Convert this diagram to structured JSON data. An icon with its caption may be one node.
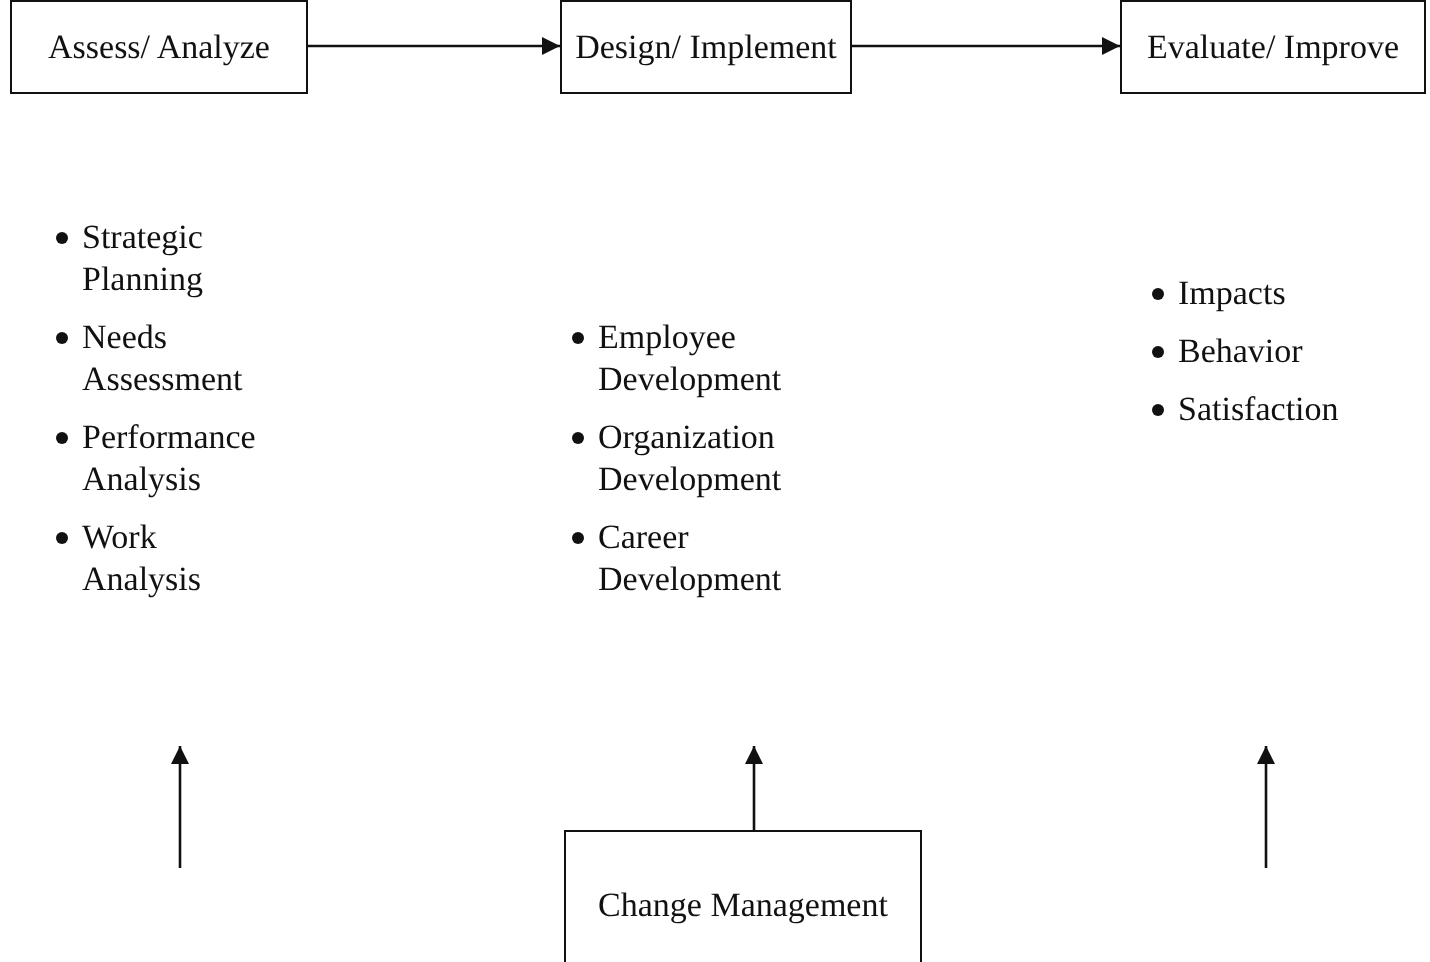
{
  "diagram": {
    "nodes": [
      {
        "text": [
          "Assess/ Analyze"
        ]
      },
      {
        "text": [
          "Design/ Implement"
        ]
      },
      {
        "text": [
          "Evaluate/ Improve"
        ]
      },
      {
        "text": [
          "Strategic Planning",
          "Needs Assessment",
          "Performance Analysis",
          "Work Analysis"
        ]
      },
      {
        "text": [
          "Employee Development",
          "Organization Development",
          "Career Development"
        ]
      },
      {
        "text": [
          "Impacts",
          "Behavior",
          "Satisfaction"
        ]
      },
      {
        "text": [
          "Change Management"
        ]
      }
    ],
    "edges": [
      {
        "from": 0,
        "to": 1,
        "arrow": "to"
      },
      {
        "from": 1,
        "to": 2,
        "arrow": "to"
      },
      {
        "from": 6,
        "to": null,
        "arrow": "to"
      }
    ]
  }
}
